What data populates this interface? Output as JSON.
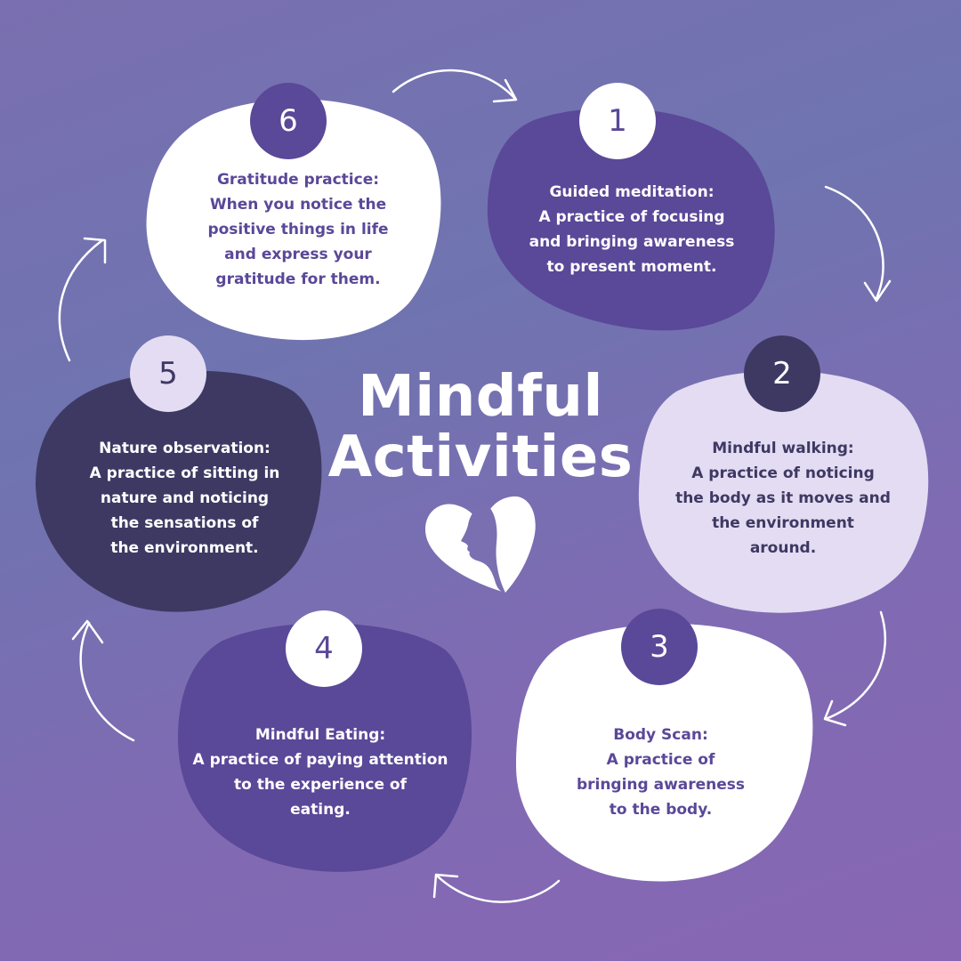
{
  "title": {
    "line1": "Mindful",
    "line2": "Activities"
  },
  "colors": {
    "dark_purple": "#5a4898",
    "navy": "#3e3963",
    "lavender": "#e4dcf2",
    "white": "#ffffff",
    "text_purple": "#5a4898"
  },
  "icon": "heart-face-icon",
  "steps": [
    {
      "number": "1",
      "lines": [
        "Guided meditation:",
        "A practice of focusing",
        "and bringing awareness",
        "to present moment."
      ]
    },
    {
      "number": "2",
      "lines": [
        "Mindful walking:",
        "A practice of noticing",
        "the body as it moves and",
        "the environment",
        "around."
      ]
    },
    {
      "number": "3",
      "lines": [
        "Body Scan:",
        "A practice of",
        "bringing awareness",
        "to the body."
      ]
    },
    {
      "number": "4",
      "lines": [
        "Mindful Eating:",
        "A practice of paying attention",
        "to the experience of",
        "eating."
      ]
    },
    {
      "number": "5",
      "lines": [
        "Nature observation:",
        "A practice of sitting in",
        "nature and noticing",
        "the sensations of",
        "the environment."
      ]
    },
    {
      "number": "6",
      "lines": [
        "Gratitude practice:",
        "When you notice the",
        "positive things in life",
        "and express your",
        "gratitude for them."
      ]
    }
  ]
}
